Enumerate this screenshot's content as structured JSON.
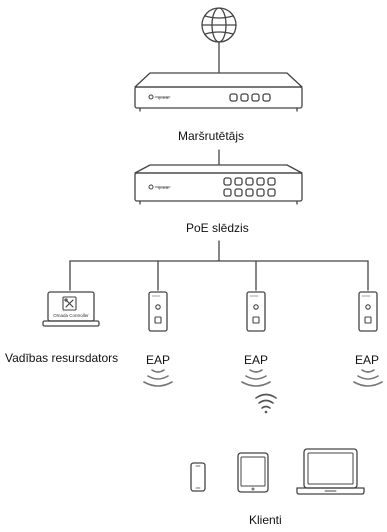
{
  "labels": {
    "router": "Maršrutētājs",
    "poe_switch": "PoE slēdzis",
    "controller": "Vadības resursdators",
    "eap": "EAP",
    "clients": "Klienti",
    "controller_screen": "Omada Controller",
    "brand": "tp-link"
  },
  "icons": {
    "internet": "globe-icon",
    "router": "router-icon",
    "switch": "poe-switch-icon",
    "controller": "laptop-icon",
    "eap": "wall-plate-eap-icon",
    "wifi": "wifi-signal-icon",
    "phone": "smartphone-icon",
    "tablet": "tablet-icon",
    "laptop": "laptop-client-icon"
  },
  "colors": {
    "stroke": "#444444",
    "wave": "#777777",
    "text": "#111111"
  }
}
